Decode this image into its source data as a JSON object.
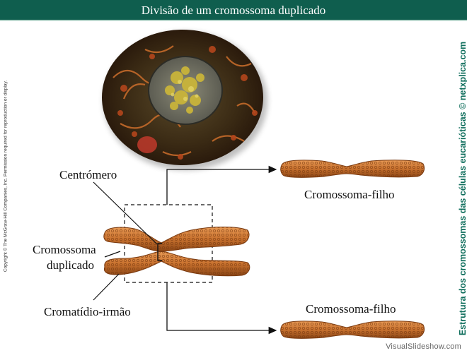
{
  "title": "Divisão de um cromossoma duplicado",
  "side_copyright": "Copyright © The McGraw-Hill Companies, Inc. Permission required for reproduction or display.",
  "side_credit": "Estrutura dos cromossomas das células eucarióticas © netxplica.com",
  "labels": {
    "centromere": "Centrómero",
    "duplicated_chromosome_line1": "Cromossoma",
    "duplicated_chromosome_line2": "duplicado",
    "sister_chromatid": "Cromatídio-irmão",
    "daughter_top": "Cromossoma-filho",
    "daughter_bottom": "Cromossoma-filho"
  },
  "watermark": "VisualSlideshow.com",
  "colors": {
    "title_bar": "#0f5e4e",
    "credit_text": "#0f6e5c",
    "chromosome": "#c8712e",
    "cell_dark": "#3b2a16"
  }
}
